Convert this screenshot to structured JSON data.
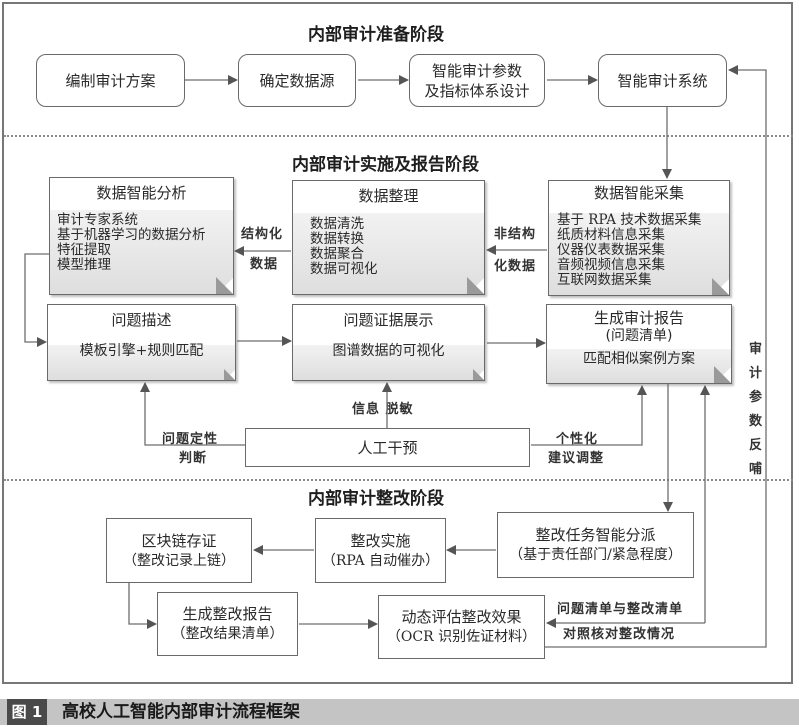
{
  "stages": {
    "prep": {
      "title": "内部审计准备阶段",
      "nodes": {
        "plan": "编制审计方案",
        "datasource": "确定数据源",
        "params_line1": "智能审计参数",
        "params_line2": "及指标体系设计",
        "system": "智能审计系统"
      }
    },
    "impl": {
      "title": "内部审计实施及报告阶段",
      "analysis": {
        "title": "数据智能分析",
        "items": [
          "审计专家系统",
          "基于机器学习的数据分析",
          "特征提取",
          "模型推理"
        ]
      },
      "cleanup": {
        "title": "数据整理",
        "items": [
          "数据清洗",
          "数据转换",
          "数据聚合",
          "数据可视化"
        ]
      },
      "collect": {
        "title": "数据智能采集",
        "items": [
          "基于 RPA 技术数据采集",
          "纸质材料信息采集",
          "仪器仪表数据采集",
          "音频视频信息采集",
          "互联网数据采集"
        ]
      },
      "problem": {
        "title": "问题描述",
        "content": "模板引擎+规则匹配"
      },
      "evidence": {
        "title": "问题证据展示",
        "content": "图谱数据的可视化"
      },
      "report": {
        "title": "生成审计报告",
        "subtitle": "(问题清单)",
        "content": "匹配相似案例方案"
      },
      "manual": "人工干预",
      "labels": {
        "structured_1": "结构化",
        "structured_2": "数据",
        "unstructured_1": "非结构",
        "unstructured_2": "化数据",
        "qualitative_1": "问题定性",
        "qualitative_2": "判断",
        "desensitize": "信息 脱敏",
        "personalize_1": "个性化",
        "personalize_2": "建议调整",
        "feedback": [
          "审",
          "计",
          "参",
          "数",
          "反",
          "哺"
        ]
      }
    },
    "rectify": {
      "title": "内部审计整改阶段",
      "blockchain": {
        "title": "区块链存证",
        "subtitle": "（整改记录上链）"
      },
      "implement": {
        "title": "整改实施",
        "subtitle": "（RPA 自动催办）"
      },
      "dispatch": {
        "title": "整改任务智能分派",
        "subtitle": "（基于责任部门/紧急程度）"
      },
      "rect_report": {
        "title": "生成整改报告",
        "subtitle": "（整改结果清单）"
      },
      "evaluate": {
        "title": "动态评估整改效果",
        "subtitle": "（OCR 识别佐证材料）"
      },
      "labels": {
        "compare_1": "问题清单与整改清单",
        "compare_2": "对照核对整改情况"
      }
    }
  },
  "caption": {
    "number": "图 1",
    "title": "高校人工智能内部审计流程框架"
  }
}
